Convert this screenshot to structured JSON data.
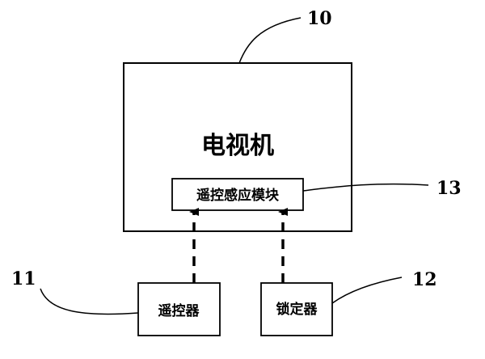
{
  "diagram": {
    "tv": {
      "label": "电视机",
      "ref": "10"
    },
    "sensor": {
      "label": "遥控感应模块",
      "ref": "13"
    },
    "remote": {
      "label": "遥控器",
      "ref": "11"
    },
    "locker": {
      "label": "锁定器",
      "ref": "12"
    },
    "stroke_color": "#000000"
  }
}
